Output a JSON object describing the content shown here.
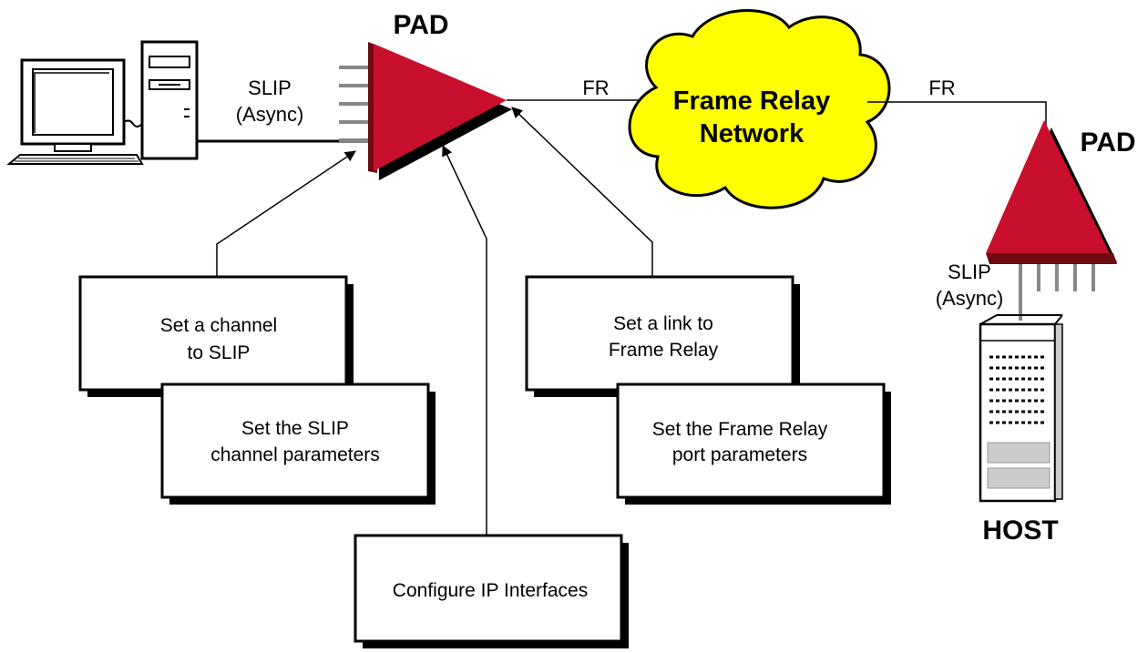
{
  "left_pad": {
    "label": "PAD"
  },
  "right_pad": {
    "label": "PAD"
  },
  "left_link": {
    "line1": "SLIP",
    "line2": "(Async)"
  },
  "right_link": {
    "line1": "SLIP",
    "line2": "(Async)"
  },
  "fr_left": "FR",
  "fr_right": "FR",
  "cloud": {
    "line1": "Frame Relay",
    "line2": "Network"
  },
  "host": {
    "label": "HOST"
  },
  "boxes": {
    "set_channel": {
      "line1": "Set a channel",
      "line2": "to SLIP"
    },
    "slip_params": {
      "line1": "Set the SLIP",
      "line2": "channel parameters"
    },
    "set_link": {
      "line1": "Set a  link to",
      "line2": "Frame Relay"
    },
    "fr_params": {
      "line1": "Set the Frame Relay",
      "line2": "port parameters"
    },
    "configure_ip": {
      "line1": "Configure IP Interfaces"
    }
  },
  "colors": {
    "pad_red": "#c8102e",
    "pad_dark": "#6e0a12",
    "cloud_yellow": "#ffff00",
    "line": "#000000"
  }
}
